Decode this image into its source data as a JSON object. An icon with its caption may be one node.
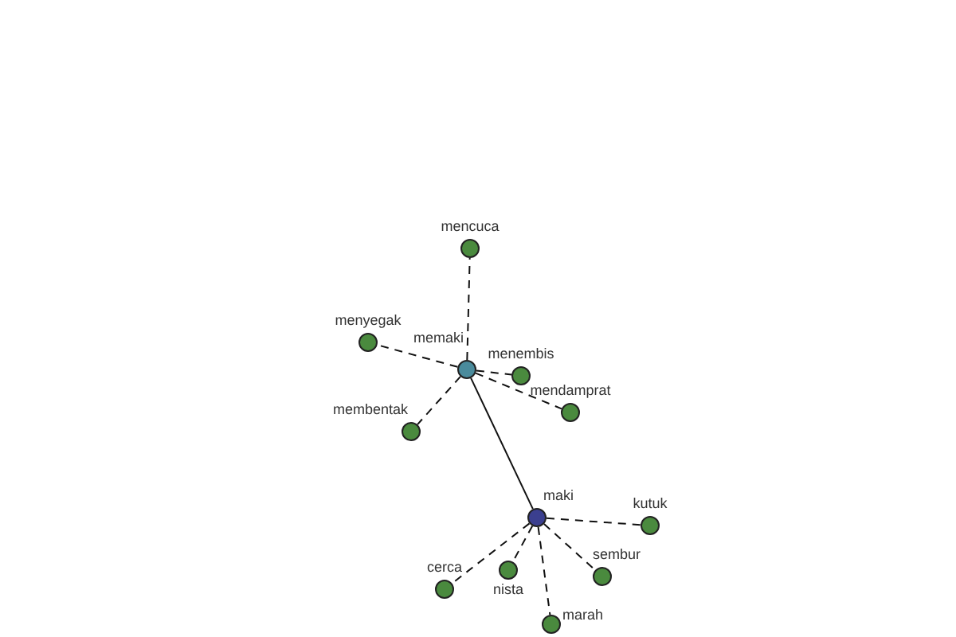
{
  "diagram": {
    "nodes": [
      {
        "text": [
          "memaki"
        ]
      },
      {
        "text": [
          "mencuca"
        ]
      },
      {
        "text": [
          "menyegak"
        ]
      },
      {
        "text": [
          "menembis"
        ]
      },
      {
        "text": [
          "mendamprat"
        ]
      },
      {
        "text": [
          "membentak"
        ]
      },
      {
        "text": [
          "maki"
        ]
      },
      {
        "text": [
          "kutuk"
        ]
      },
      {
        "text": [
          "nista"
        ]
      },
      {
        "text": [
          "sembur"
        ]
      },
      {
        "text": [
          "cerca"
        ]
      },
      {
        "text": [
          "marah"
        ]
      }
    ],
    "edges": [
      {
        "from": 0,
        "to": 1,
        "arrow": "none",
        "style": "dashed"
      },
      {
        "from": 0,
        "to": 2,
        "arrow": "none",
        "style": "dashed"
      },
      {
        "from": 0,
        "to": 3,
        "arrow": "none",
        "style": "dashed"
      },
      {
        "from": 0,
        "to": 4,
        "arrow": "none",
        "style": "dashed"
      },
      {
        "from": 0,
        "to": 5,
        "arrow": "none",
        "style": "dashed"
      },
      {
        "from": 0,
        "to": 6,
        "arrow": "none"
      },
      {
        "from": 6,
        "to": 7,
        "arrow": "none",
        "style": "dashed"
      },
      {
        "from": 6,
        "to": 8,
        "arrow": "none",
        "style": "dashed"
      },
      {
        "from": 6,
        "to": 9,
        "arrow": "none",
        "style": "dashed"
      },
      {
        "from": 6,
        "to": 10,
        "arrow": "none",
        "style": "dashed"
      },
      {
        "from": 6,
        "to": 11,
        "arrow": "none",
        "style": "dashed"
      }
    ]
  }
}
